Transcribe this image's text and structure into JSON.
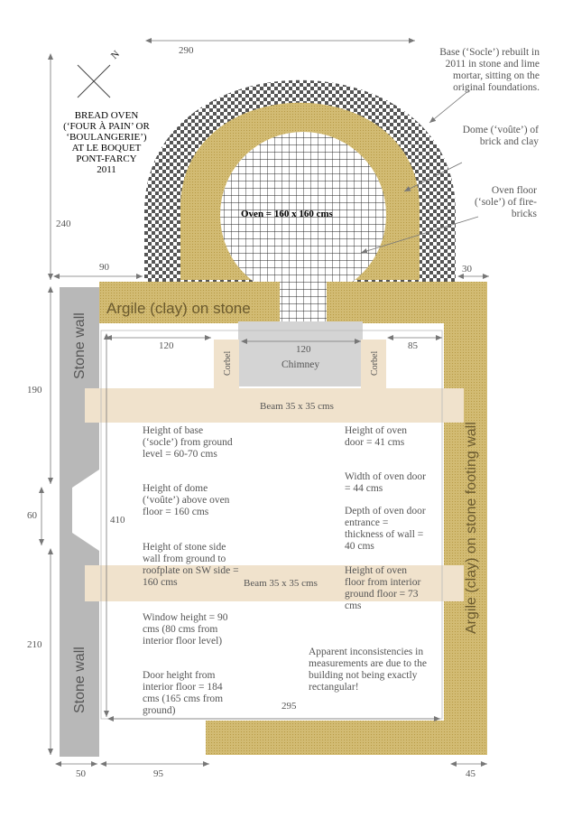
{
  "title_block": {
    "line1": "BREAD OVEN",
    "line2": "(‘FOUR À PAIN’ OR",
    "line3": "‘BOULANGERIE’)",
    "line4": "AT LE BOQUET",
    "line5": "PONT-FARCY",
    "line6": "2011"
  },
  "north_label": "N",
  "oven_label": "Oven = 160 x 160 cms",
  "callouts": {
    "base": "Base (‘Socle’) rebuilt in 2011 in stone and lime mortar, sitting on the original foundations.",
    "dome": "Dome (‘voûte’) of brick and clay",
    "floor": "Oven floor (‘sole’) of fire-bricks"
  },
  "walls": {
    "argile_top": "Argile (clay) on stone",
    "argile_right": "Argile (clay) on stone footing wall",
    "stone_upper": "Stone wall",
    "stone_lower": "Stone wall"
  },
  "parts": {
    "chimney": "Chimney",
    "corbel_left": "Corbel",
    "corbel_right": "Corbel",
    "beam_top": "Beam 35 x 35 cms",
    "beam_bottom": "Beam 35 x 35 cms"
  },
  "notes_left": {
    "base_height": "Height of base (‘socle’) from ground level = 60-70 cms",
    "dome_height": "Height of dome (‘voûte’) above oven floor = 160 cms",
    "side_wall": "Height of stone side wall from ground to roofplate on SW side = 160 cms",
    "window": "Window height = 90 cms (80 cms from interior floor level)",
    "door": "Door height from interior floor = 184 cms (165 cms from ground)"
  },
  "notes_right": {
    "oven_door_height": "Height of oven door = 41 cms",
    "oven_door_width": "Width of oven door = 44 cms",
    "oven_door_depth": "Depth of oven door entrance = thickness of wall = 40 cms",
    "oven_floor_height": "Height of oven floor from interior ground floor = 73 cms",
    "inconsistency": "Apparent inconsistencies in measurements are due to the building not being exactly rectangular!"
  },
  "dimensions": {
    "d290": "290",
    "d240": "240",
    "d90": "90",
    "d30": "30",
    "d120a": "120",
    "d120b": "120",
    "d85": "85",
    "d190": "190",
    "d60": "60",
    "d410": "410",
    "d210": "210",
    "d295": "295",
    "d50": "50",
    "d95": "95",
    "d45": "45"
  },
  "colors": {
    "clay": "#c8ae5a",
    "clay_dark": "#b89a3a",
    "stone": "#b8b8b8",
    "beam": "#f0e2cc",
    "chimney": "#d4d4d4",
    "checker": "#555555"
  }
}
